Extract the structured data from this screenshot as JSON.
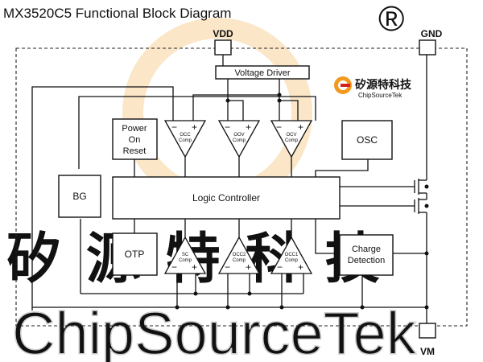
{
  "title": "MX3520C5 Functional Block Diagram",
  "pins": {
    "vdd": "VDD",
    "gnd": "GND",
    "vm": "VM"
  },
  "blocks": {
    "voltage_driver": "Voltage Driver",
    "power_on_reset": [
      "Power",
      "On",
      "Reset"
    ],
    "osc": "OSC",
    "bg": "BG",
    "logic_controller": "Logic Controller",
    "otp": "OTP",
    "charge_detection": [
      "Charge",
      "Detection"
    ]
  },
  "comparators_top": [
    {
      "label": [
        "OCC",
        "Comp"
      ]
    },
    {
      "label": [
        "OOV",
        "Comp"
      ]
    },
    {
      "label": [
        "OCV",
        "Comp"
      ]
    }
  ],
  "comparators_bottom": [
    {
      "label": [
        "SC",
        "Comp"
      ]
    },
    {
      "label": [
        "OCC2",
        "Comp"
      ]
    },
    {
      "label": [
        "OCC1",
        "Comp"
      ]
    }
  ],
  "comp_signs": {
    "minus": "−",
    "plus": "+"
  },
  "logo": {
    "cn": "矽源特科技",
    "en": "ChipSourceTek"
  },
  "watermark": {
    "cn": "矽 源 特 科 技",
    "en": "ChipSourceTek",
    "mark": "®"
  },
  "colors": {
    "line": "#111111",
    "watermark": "#cccccc",
    "logo_red": "#d21f1f",
    "logo_orange": "#f29a1d"
  }
}
